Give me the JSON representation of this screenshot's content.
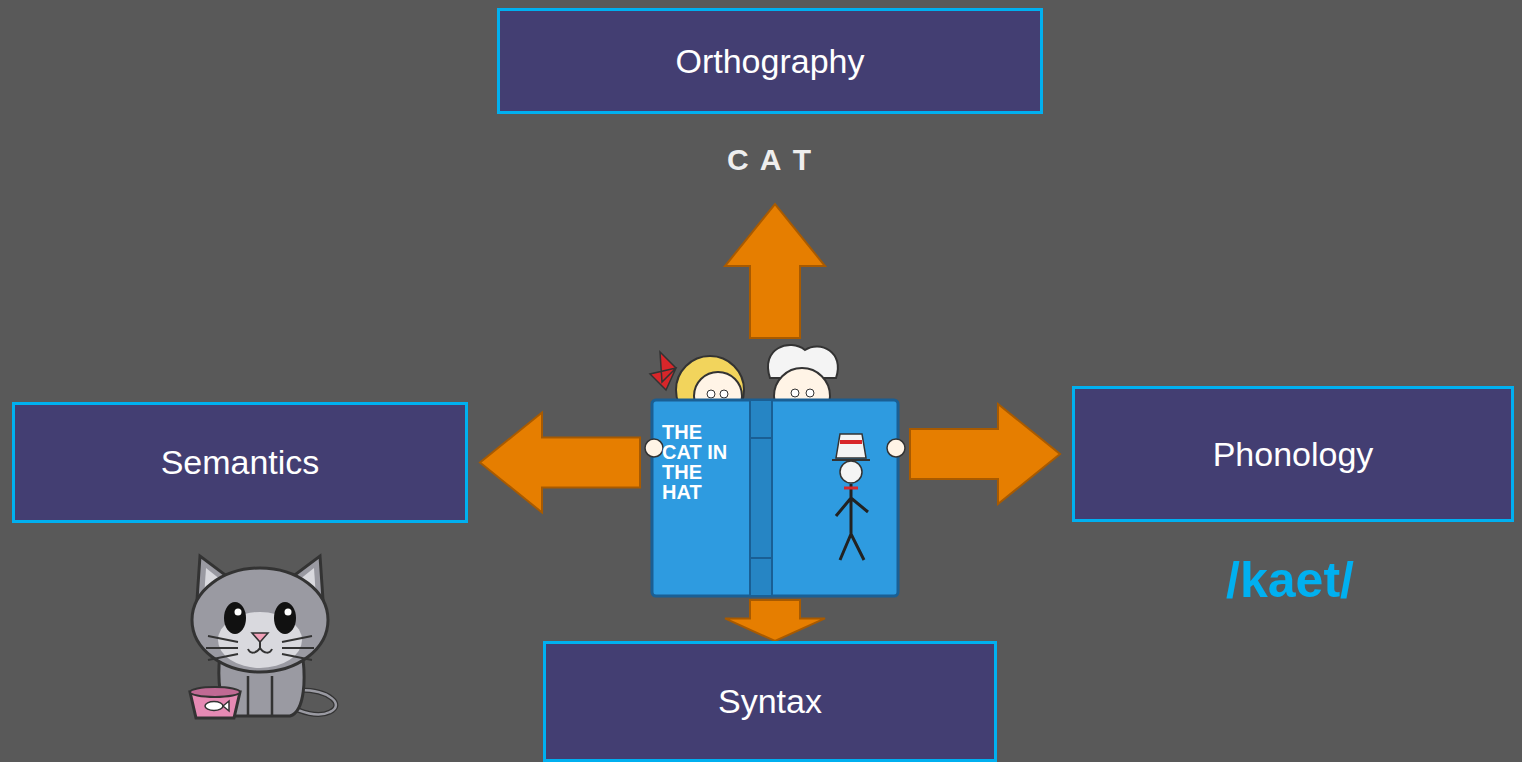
{
  "diagram": {
    "nodes": [
      {
        "text": [
          "Orthography"
        ]
      },
      {
        "text": [
          "Semantics"
        ]
      },
      {
        "text": [
          "THE CAT IN THE HAT"
        ]
      },
      {
        "text": [
          "Phonology"
        ]
      },
      {
        "text": [
          "Syntax"
        ]
      }
    ],
    "edges": [
      {
        "from": 2,
        "to": 0,
        "arrow": "to"
      },
      {
        "from": 2,
        "to": 1,
        "arrow": "to"
      },
      {
        "from": 2,
        "to": 3,
        "arrow": "to"
      },
      {
        "from": 2,
        "to": 4,
        "arrow": "to"
      }
    ],
    "labels": [
      "C A T",
      "/kaet/"
    ]
  }
}
